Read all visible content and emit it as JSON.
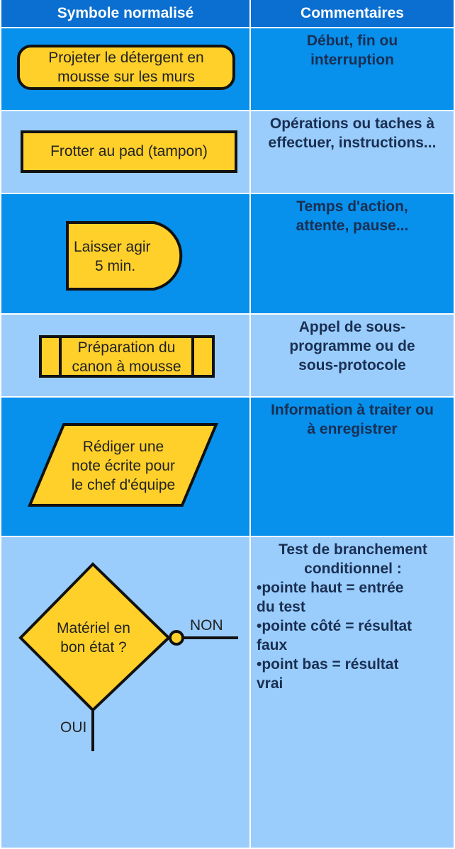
{
  "header": {
    "col1": "Symbole normalisé",
    "col2": "Commentaires"
  },
  "rows": [
    {
      "symbol_text": [
        "Projeter le détergent en",
        "mousse sur les murs"
      ],
      "comment": [
        "Début, fin ou",
        "interruption"
      ]
    },
    {
      "symbol_text": [
        "Frotter au pad (tampon)"
      ],
      "comment": [
        "Opérations ou taches à",
        "effectuer, instructions..."
      ]
    },
    {
      "symbol_text": [
        "Laisser agir",
        "5 min."
      ],
      "comment": [
        "Temps d'action,",
        "attente, pause..."
      ]
    },
    {
      "symbol_text": [
        "Préparation du",
        "canon à mousse"
      ],
      "comment": [
        "Appel de sous-",
        "programme ou de",
        "sous-protocole"
      ]
    },
    {
      "symbol_text": [
        "Rédiger une",
        "note écrite pour",
        "le chef d'équipe"
      ],
      "comment": [
        "Information à traiter ou",
        "à enregistrer"
      ]
    },
    {
      "symbol_text": [
        "Matériel en",
        "bon état ?"
      ],
      "label_no": "NON",
      "label_yes": "OUI",
      "comment_head": [
        "Test de branchement",
        "conditionnel :"
      ],
      "comment_bullets": [
        "•pointe haut = entrée",
        "du test",
        "•pointe côté = résultat",
        "faux",
        "•point bas = résultat",
        "vrai"
      ]
    }
  ],
  "colors": {
    "header_bg": "#0a6fd0",
    "row_dark": "#0790ec",
    "row_light": "#9acdfc",
    "shape_fill": "#ffd02a",
    "shape_stroke": "#111111"
  }
}
